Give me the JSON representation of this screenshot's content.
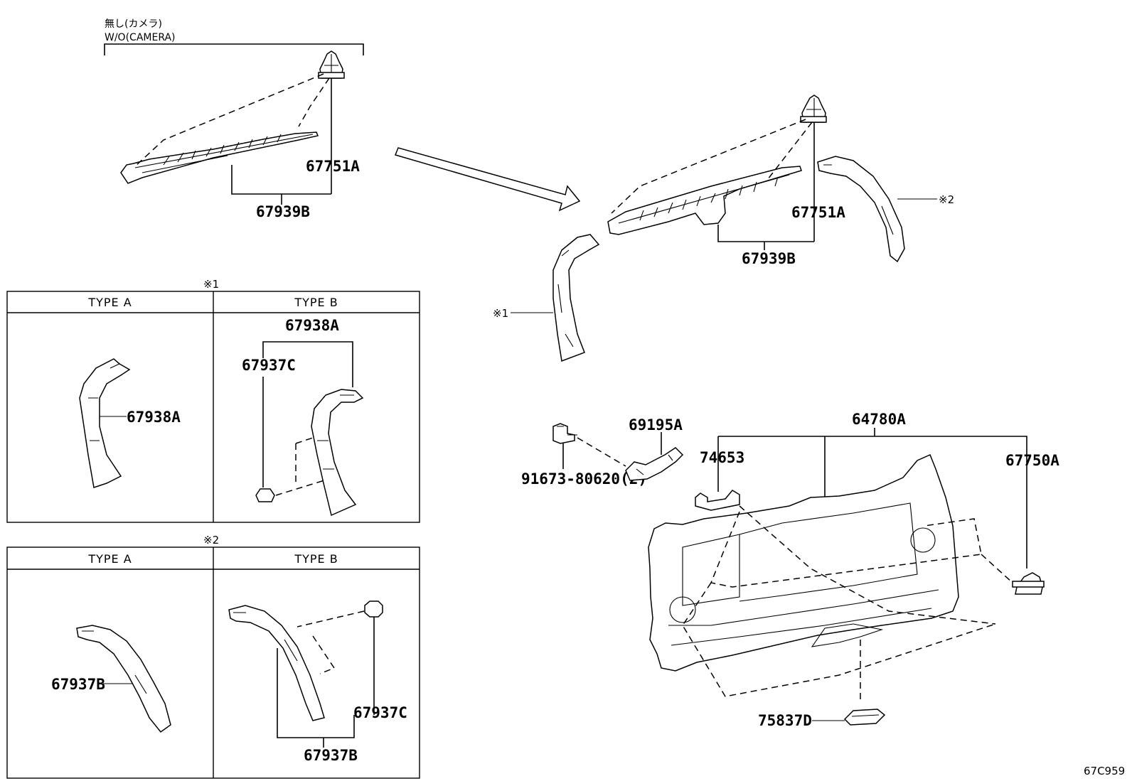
{
  "note": {
    "line1": "無し(カメラ)",
    "line2": "W/O(CAMERA)"
  },
  "parts": {
    "p67751A_left": "67751A",
    "p67939B_left": "67939B",
    "p67751A_right": "67751A",
    "p67939B_right": "67939B",
    "p69195A": "69195A",
    "p64780A": "64780A",
    "p74653": "74653",
    "p67750A": "67750A",
    "p91673": "91673-80620(2)",
    "p75837D": "75837D"
  },
  "marks": {
    "ref1_main": "※1",
    "ref2_main": "※2",
    "ref1_box": "※1",
    "ref2_box": "※2"
  },
  "box1": {
    "header_a": "TYPE A",
    "header_b": "TYPE B",
    "a_part": "67938A",
    "b_part_top": "67938A",
    "b_part_side": "67937C"
  },
  "box2": {
    "header_a": "TYPE A",
    "header_b": "TYPE B",
    "a_part": "67937B",
    "b_part_side": "67937C",
    "b_part_bottom": "67937B"
  },
  "diagram_code": "67C959"
}
